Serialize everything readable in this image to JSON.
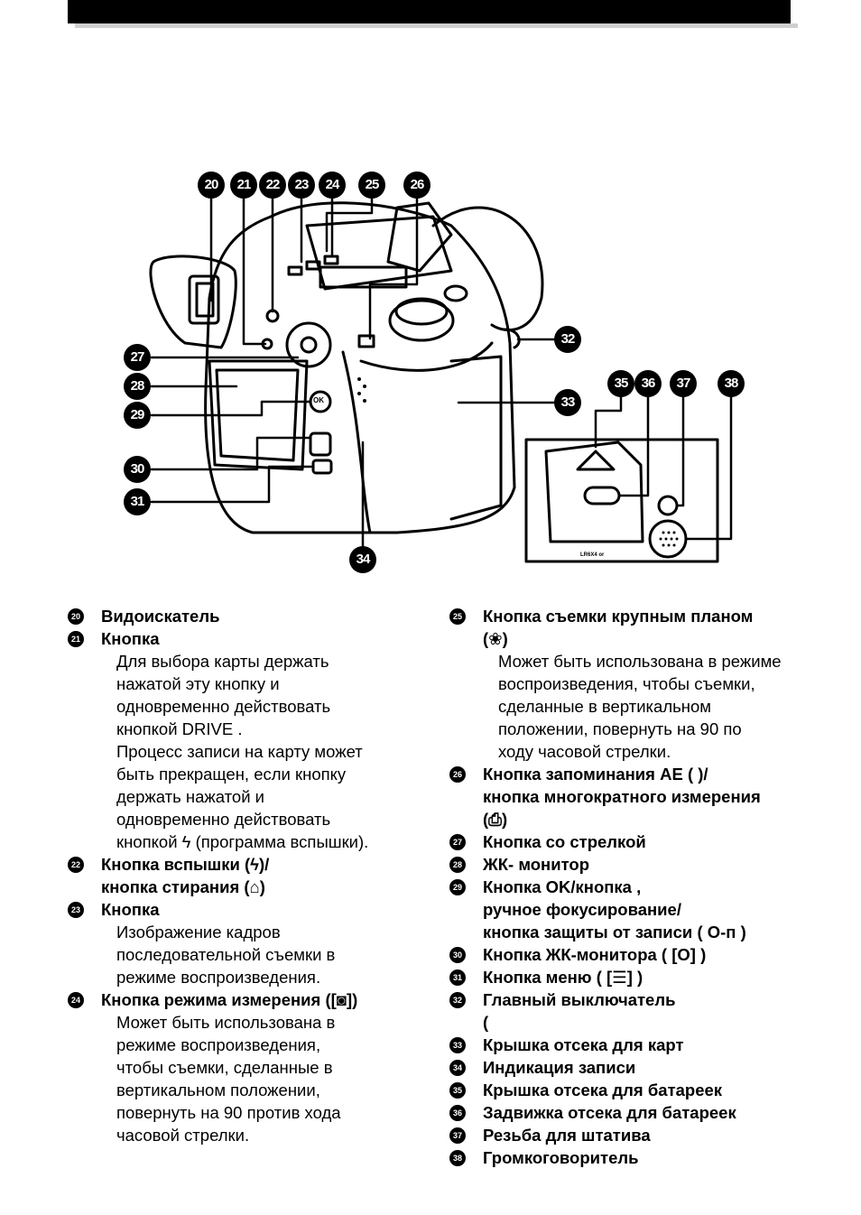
{
  "callouts": [
    "20",
    "21",
    "22",
    "23",
    "24",
    "25",
    "26",
    "27",
    "28",
    "29",
    "30",
    "31",
    "32",
    "33",
    "34",
    "35",
    "36",
    "37",
    "38"
  ],
  "inset_text": {
    "battery": "LR6X4 or"
  },
  "buttons": {
    "ok": "OK"
  },
  "left_entries": [
    {
      "num": "20",
      "title": "Видоискатель",
      "desc": []
    },
    {
      "num": "21",
      "title": "Кнопка",
      "desc": [
        "Для выбора карты держать",
        "нажатой эту кнопку и",
        "одновременно действовать",
        "кнопкой DRIVE .",
        "Процесс записи на карту может",
        "быть прекращен, если кнопку",
        "держать нажатой и",
        "одновременно действовать",
        "кнопкой ϟ (программа вспышки)."
      ]
    },
    {
      "num": "22",
      "title": "Кнопка вспышки (ϟ)/",
      "title2": "кнопка стирания (⌂)",
      "desc": []
    },
    {
      "num": "23",
      "title": "Кнопка",
      "desc": [
        "Изображение кадров",
        "последовательной съемки в",
        "режиме воспроизведения."
      ]
    },
    {
      "num": "24",
      "title": "Кнопка режима измерения ([◙])",
      "desc": [
        "Может быть использована в",
        "режиме воспроизведения,",
        "чтобы съемки, сделанные в",
        "вертикальном положении,",
        "повернуть на 90  против хода",
        "часовой стрелки."
      ]
    }
  ],
  "right_entries": [
    {
      "num": "25",
      "title": "Кнопка съемки крупным планом",
      "title2": "(❀)",
      "desc": [
        "Может быть использована в режиме",
        "воспроизведения, чтобы съемки,",
        "сделанные в вертикальном",
        "положении, повернуть на 90  по",
        "ходу часовой стрелки."
      ]
    },
    {
      "num": "26",
      "title": "Кнопка запоминания АЕ (      )/",
      "title2": "кнопка многократного измерения",
      "title3": "(⎙)",
      "desc": []
    },
    {
      "num": "27",
      "title": "Кнопка со стрелкой",
      "desc": []
    },
    {
      "num": "28",
      "title": "ЖК- монитор",
      "desc": []
    },
    {
      "num": "29",
      "title": "Кнопка OK/кнопка      ,",
      "title2": "ручное фокусирование/",
      "title3": "кнопка защиты от записи ( O-п )",
      "desc": []
    },
    {
      "num": "30",
      "title": "Кнопка ЖК-монитора ( [O] )",
      "desc": []
    },
    {
      "num": "31",
      "title": "Кнопка меню ( [☰] )",
      "desc": []
    },
    {
      "num": "32",
      "title": "Главный выключатель",
      "title2": "(",
      "desc": []
    },
    {
      "num": "33",
      "title": "Крышка отсека для карт",
      "desc": []
    },
    {
      "num": "34",
      "title": "Индикация записи",
      "desc": []
    },
    {
      "num": "35",
      "title": "Крышка отсека для батареек",
      "desc": []
    },
    {
      "num": "36",
      "title": "Задвижка отсека для батареек",
      "desc": []
    },
    {
      "num": "37",
      "title": "Резьба для штатива",
      "desc": []
    },
    {
      "num": "38",
      "title": "Громкоговоритель",
      "desc": []
    }
  ]
}
